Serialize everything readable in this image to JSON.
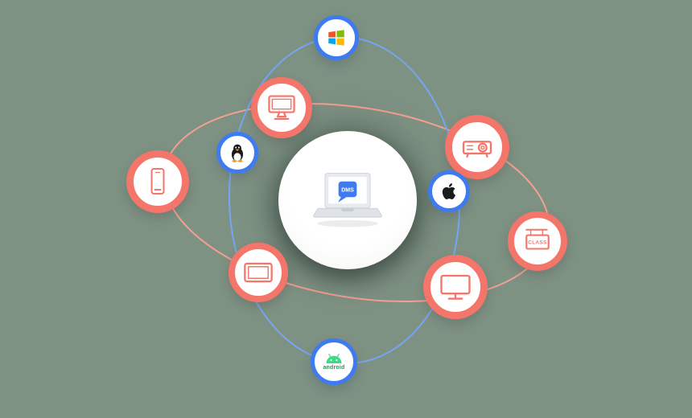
{
  "scene": {
    "description": "Device and OS compatibility orbit diagram around a central laptop",
    "background_color": "#7e9284",
    "orbit_colors": {
      "blue": "#76a5f2",
      "salmon": "#f2a091"
    },
    "ring_colors": {
      "red_nodes": "#f4756a",
      "blue_nodes": "#3e7bf0"
    }
  },
  "center": {
    "device": "laptop",
    "app_badge_color": "#3e7bf0"
  },
  "labels": {
    "dms": "DMS",
    "class": "CLASS",
    "android": "android"
  },
  "nodes": [
    {
      "id": "windows",
      "icon": "windows-logo-icon",
      "orbit": "blue"
    },
    {
      "id": "monitor",
      "icon": "desktop-monitor-icon",
      "orbit": "salmon"
    },
    {
      "id": "linux",
      "icon": "linux-tux-icon",
      "orbit": "blue"
    },
    {
      "id": "phone",
      "icon": "smartphone-icon",
      "orbit": "salmon"
    },
    {
      "id": "tablet",
      "icon": "tablet-icon",
      "orbit": "salmon"
    },
    {
      "id": "android",
      "icon": "android-robot-icon",
      "orbit": "blue",
      "label": "android"
    },
    {
      "id": "tv",
      "icon": "tv-display-icon",
      "orbit": "salmon"
    },
    {
      "id": "apple",
      "icon": "apple-logo-icon",
      "orbit": "blue"
    },
    {
      "id": "projector",
      "icon": "projector-icon",
      "orbit": "salmon"
    },
    {
      "id": "class_sign",
      "icon": "hanging-sign-icon",
      "orbit": "salmon",
      "label": "CLASS"
    }
  ],
  "windows_logo_colors": [
    "#f35325",
    "#81bc06",
    "#05a6f0",
    "#ffba08"
  ],
  "android_green": "#3ddc84"
}
